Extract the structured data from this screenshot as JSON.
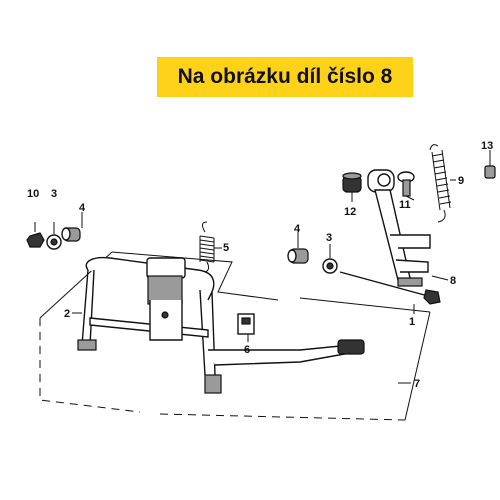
{
  "banner": {
    "text": "Na obrázku díl číslo 8",
    "background": "#ffd21a"
  },
  "callouts": [
    {
      "id": "label-1",
      "text": "1"
    },
    {
      "id": "label-2",
      "text": "2"
    },
    {
      "id": "label-3a",
      "text": "3"
    },
    {
      "id": "label-3b",
      "text": "3"
    },
    {
      "id": "label-4a",
      "text": "4"
    },
    {
      "id": "label-4b",
      "text": "4"
    },
    {
      "id": "label-5",
      "text": "5"
    },
    {
      "id": "label-6",
      "text": "6"
    },
    {
      "id": "label-7",
      "text": "7"
    },
    {
      "id": "label-8",
      "text": "8"
    },
    {
      "id": "label-9",
      "text": "9"
    },
    {
      "id": "label-10",
      "text": "10"
    },
    {
      "id": "label-11",
      "text": "11"
    },
    {
      "id": "label-12",
      "text": "12"
    },
    {
      "id": "label-13",
      "text": "13"
    }
  ]
}
